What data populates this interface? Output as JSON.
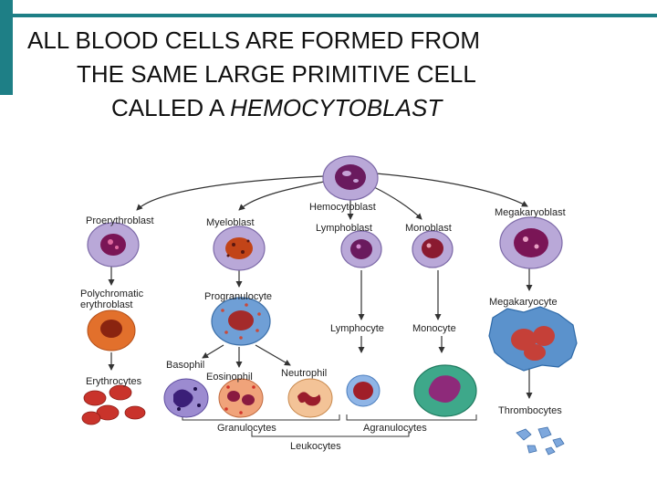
{
  "title": {
    "line1": "ALL BLOOD CELLS ARE FORMED FROM",
    "line2": "THE SAME LARGE PRIMITIVE CELL",
    "line3_prefix": "CALLED A ",
    "line3_emphasis": "HEMOCYTOBLAST"
  },
  "labels": {
    "hemocytoblast": "Hemocytoblast",
    "proerythroblast": "Proerythroblast",
    "myeloblast": "Myeloblast",
    "lymphoblast": "Lymphoblast",
    "monoblast": "Monoblast",
    "megakaryoblast": "Megakaryoblast",
    "polychromatic_1": "Polychromatic",
    "polychromatic_2": "erythroblast",
    "progranulocyte": "Progranulocyte",
    "megakaryocyte": "Megakaryocyte",
    "lymphocyte": "Lymphocyte",
    "monocyte": "Monocyte",
    "basophil": "Basophil",
    "eosinophil": "Eosinophil",
    "neutrophil": "Neutrophil",
    "erythrocytes": "Erythrocytes",
    "thrombocytes": "Thrombocytes",
    "granulocytes": "Granulocytes",
    "agranulocytes": "Agranulocytes",
    "leukocytes": "Leukocytes"
  },
  "colors": {
    "accent": "#1e7f86",
    "cytoplasm_lilac": "#b9a8d8",
    "nucleus_purple": "#6a1a5e",
    "progranulocyte_blue": "#6f9fd6",
    "megakaryocyte_blue": "#5b92cc",
    "erythroblast_orange": "#e2702c",
    "erythrocyte_red": "#c9332b",
    "eosinophil_orange": "#f0a37a",
    "neutrophil_peach": "#f3c397",
    "monocyte_teal": "#3ea88a",
    "lymphocyte_blue": "#8fb5e6",
    "platelet_blue": "#7ea8dd"
  }
}
